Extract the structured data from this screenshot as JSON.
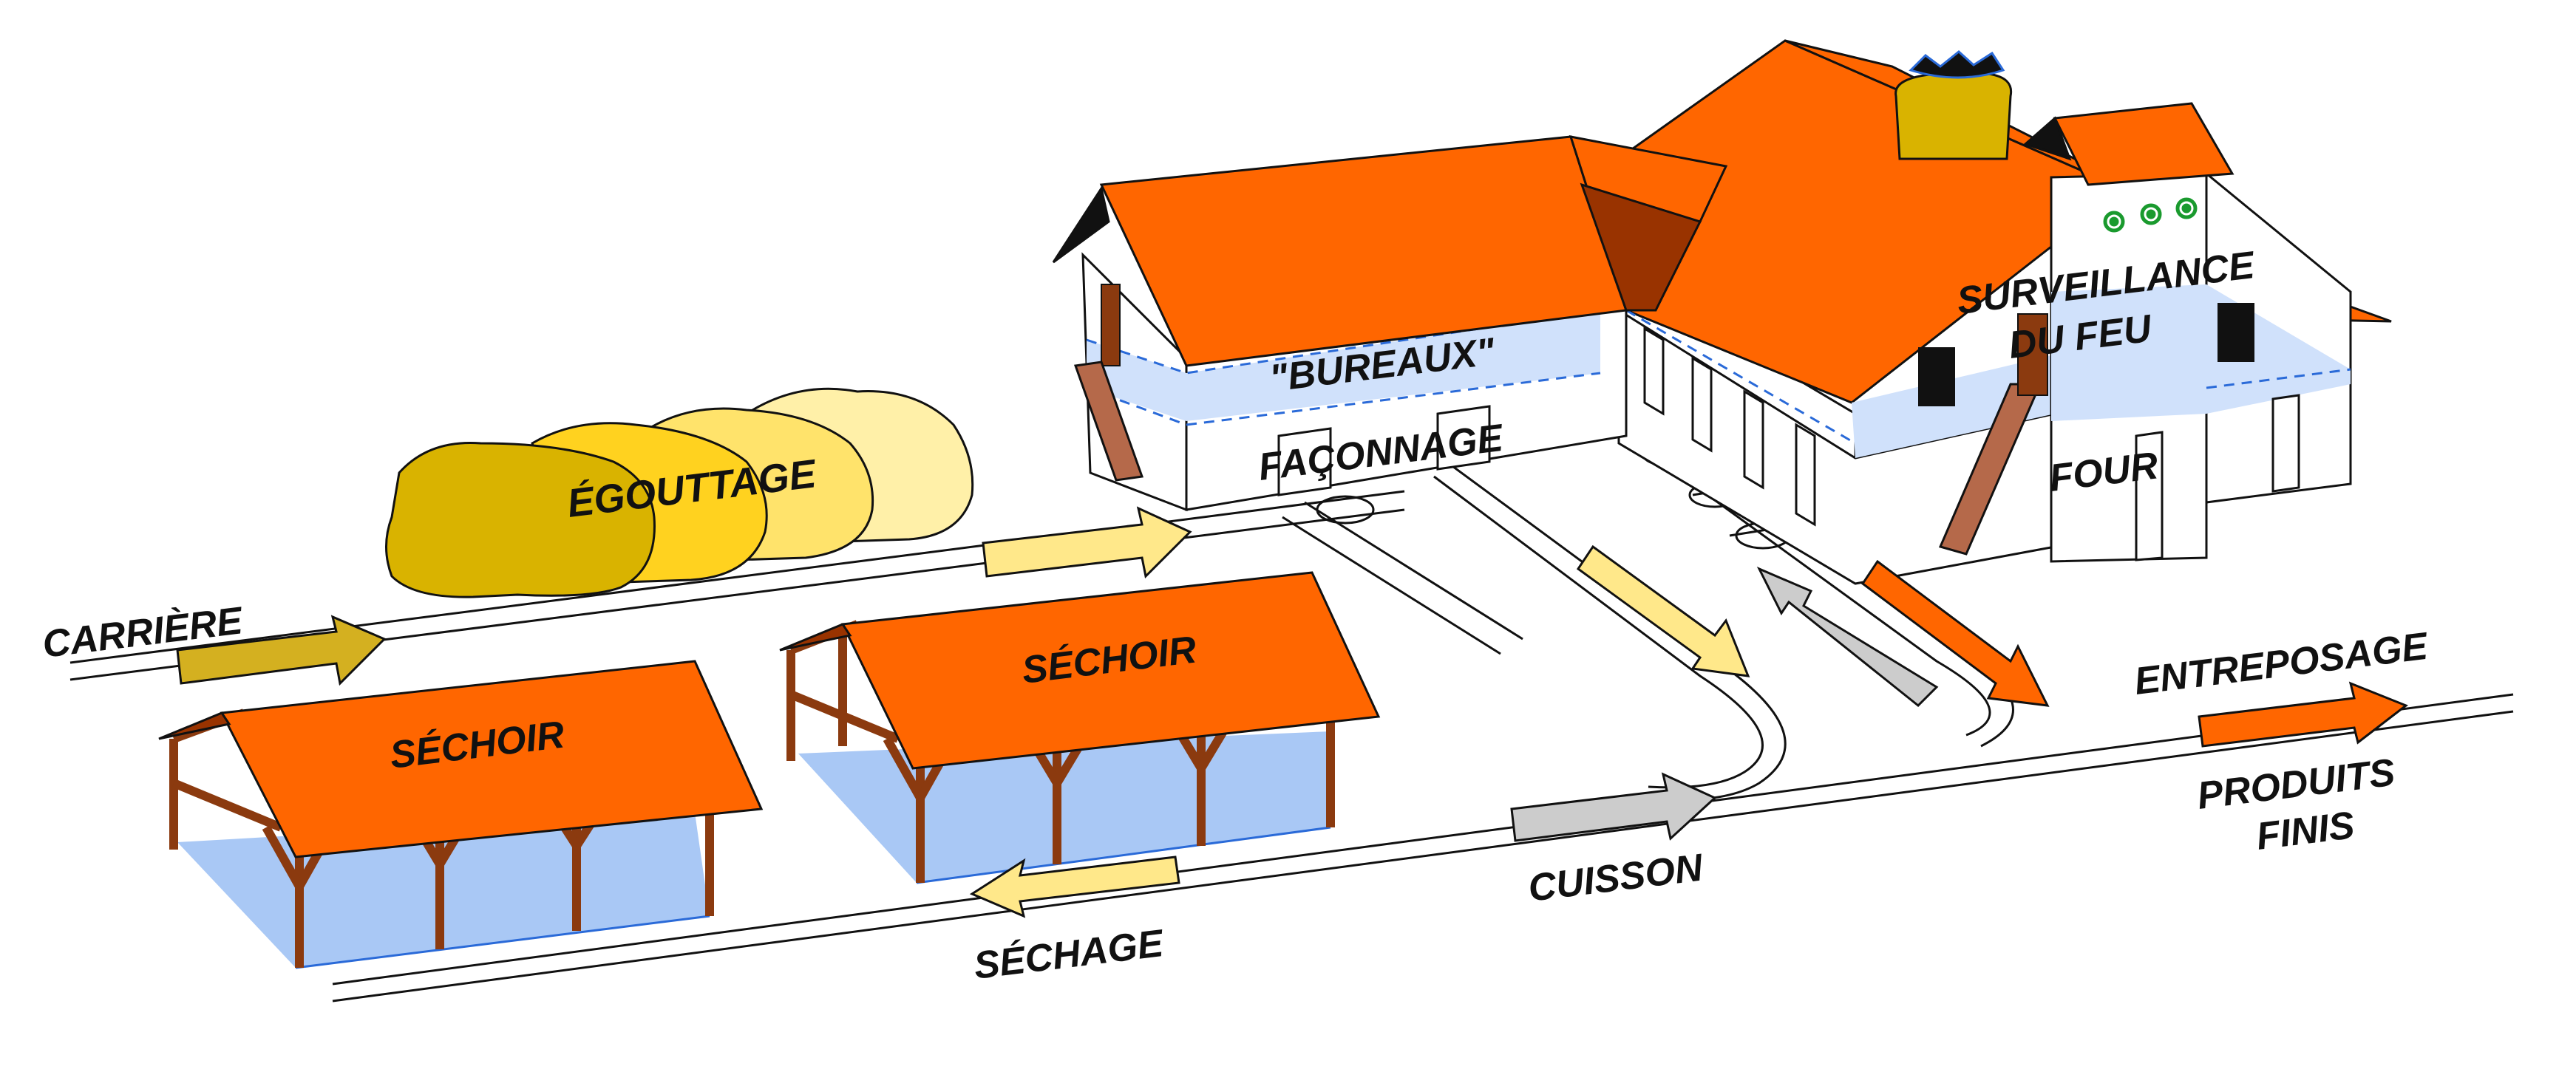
{
  "labels": {
    "carriere": "CARRIÈRE",
    "egouttage": "ÉGOUTTAGE",
    "sechoir_1": "SÉCHOIR",
    "sechoir_2": "SÉCHOIR",
    "bureaux": "\"BUREAUX\"",
    "faconnage": "FAÇONNAGE",
    "surveillance_line1": "SURVEILLANCE",
    "surveillance_line2": "DU FEU",
    "four": "FOUR",
    "sechage": "SÉCHAGE",
    "cuisson": "CUISSON",
    "entreposage": "ENTREPOSAGE",
    "produits_line1": "PRODUITS",
    "produits_line2": "FINIS"
  },
  "colors": {
    "roof": "#ff6600",
    "roof_dark": "#993300",
    "wood": "#8b3a0f",
    "shade": "#a9c8f5",
    "pile_1": "#d9b300",
    "pile_2": "#ffd21f",
    "pile_3": "#ffe36b",
    "pile_4": "#fff0a8",
    "arrow_yellow": "#ffe88a",
    "arrow_gold": "#d4b020",
    "arrow_grey": "#cccccc",
    "arrow_orange": "#ff6600",
    "chimney": "#d9b300",
    "fire_eye": "#1a9a2e"
  }
}
